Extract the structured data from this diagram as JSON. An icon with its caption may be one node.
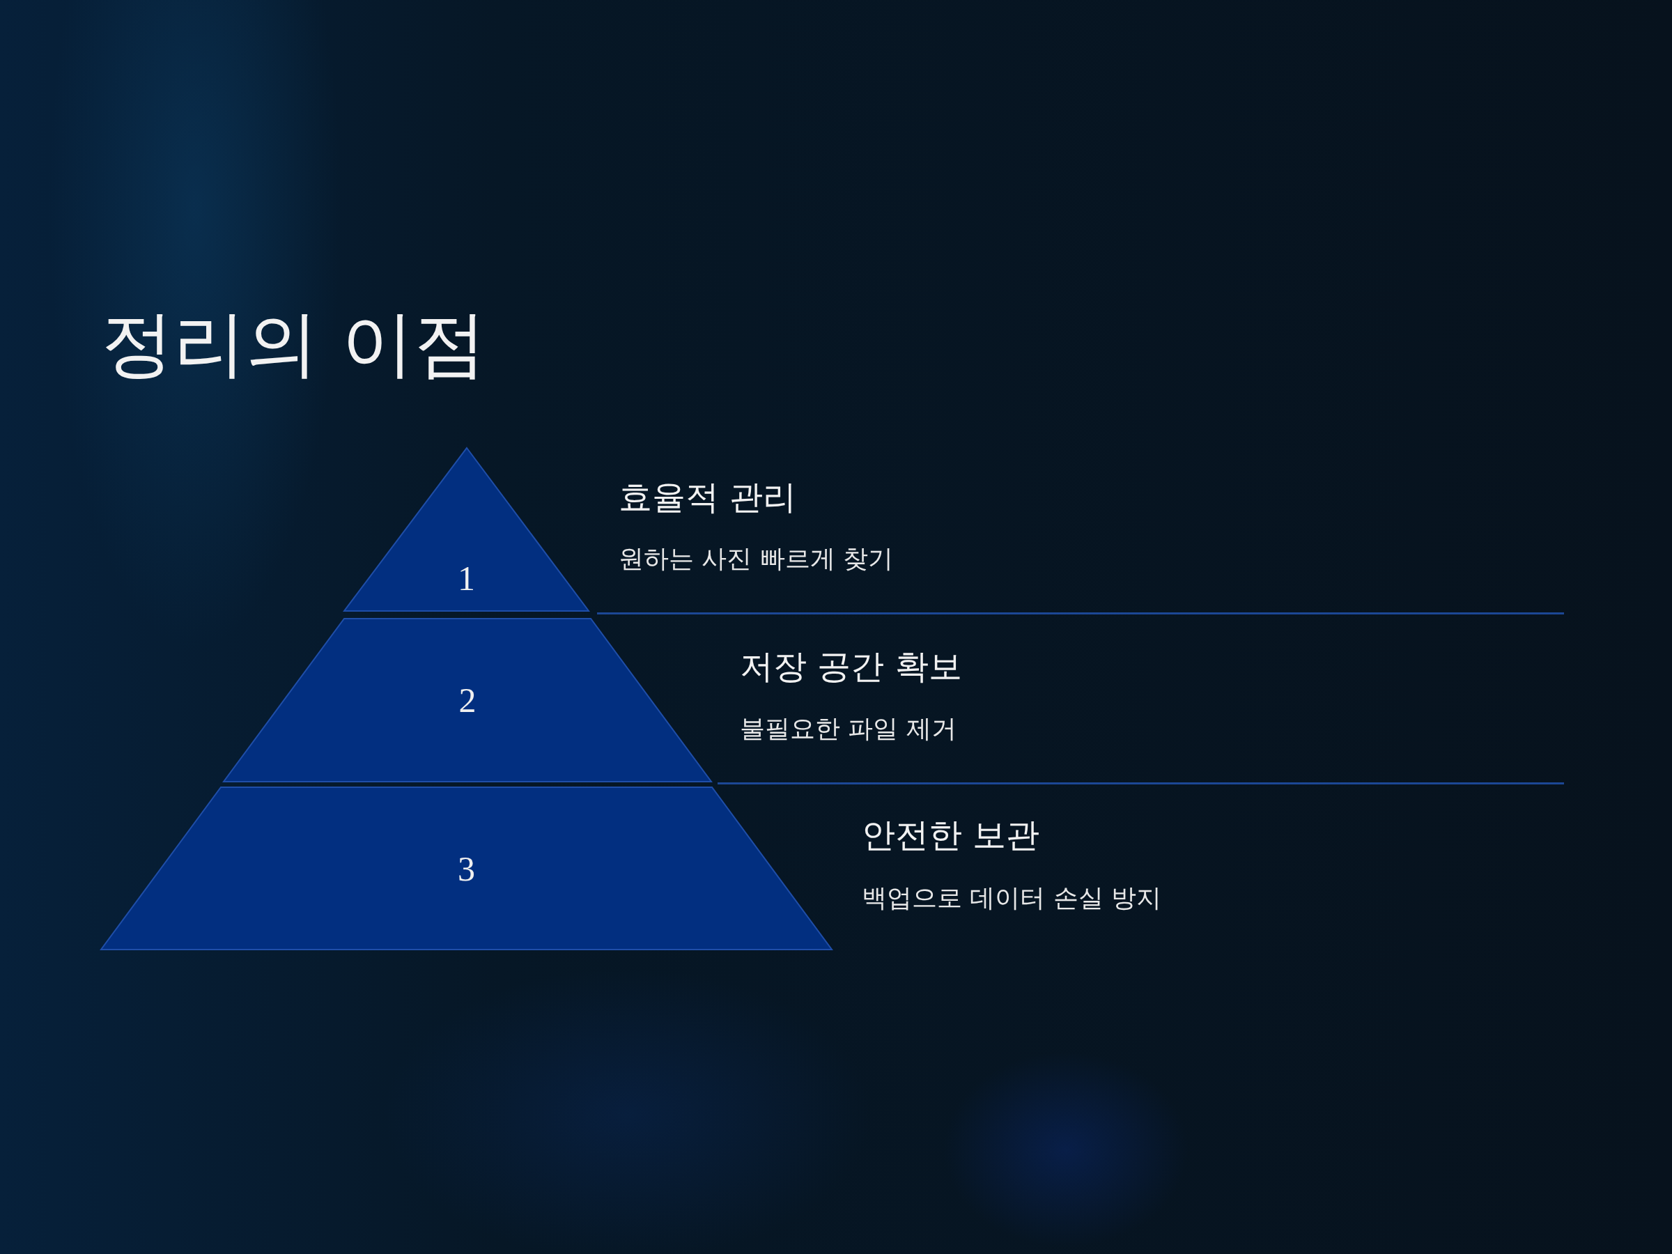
{
  "diagram": {
    "title": "정리의 이점",
    "nodes": [
      {
        "text": [
          "1"
        ],
        "beside": [
          "효율적 관리",
          "원하는 사진 빠르게 찾기"
        ]
      },
      {
        "text": [
          "2"
        ],
        "beside": [
          "저장 공간 확보",
          "불필요한 파일 제거"
        ]
      },
      {
        "text": [
          "3"
        ],
        "beside": [
          "안전한 보관",
          "백업으로 데이터 손실 방지"
        ]
      }
    ]
  }
}
